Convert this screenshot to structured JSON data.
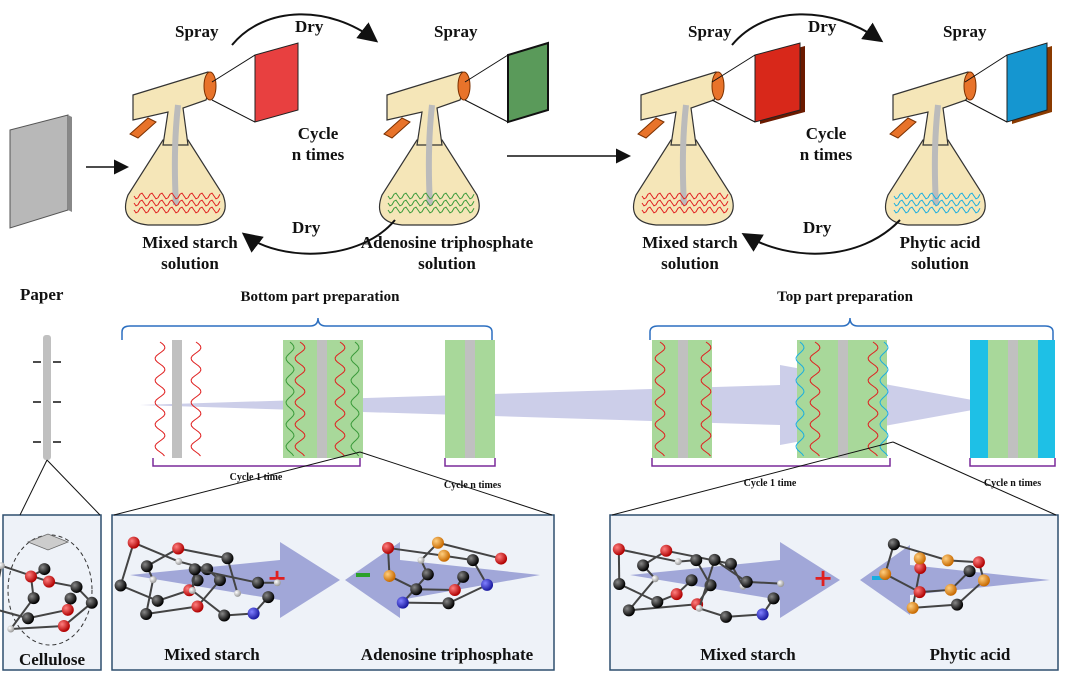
{
  "top_row": {
    "spray_labels": [
      "Spray",
      "Spray",
      "Spray",
      "Spray"
    ],
    "dry_labels": [
      "Dry",
      "Dry",
      "Dry",
      "Dry"
    ],
    "cycle_left": [
      "Cycle",
      "n times"
    ],
    "cycle_right": [
      "Cycle",
      "n times"
    ],
    "flask_1": [
      "Mixed starch",
      "solution"
    ],
    "flask_2": [
      "Adenosine triphosphate",
      "solution"
    ],
    "flask_3": [
      "Mixed starch",
      "solution"
    ],
    "flask_4": [
      "Phytic acid",
      "solution"
    ]
  },
  "middle_row": {
    "paper_label": "Paper",
    "bottom_title": "Bottom part preparation",
    "top_title": "Top part preparation",
    "cycle_1_left": "Cycle 1 time",
    "cycle_n_left": "Cycle n times",
    "cycle_1_right": "Cycle 1 time",
    "cycle_n_right": "Cycle n times"
  },
  "bottom_row": {
    "cellulose_label": "Cellulose",
    "left_panel": [
      "Mixed starch",
      "Adenosine triphosphate"
    ],
    "right_panel": [
      "Mixed starch",
      "Phytic acid"
    ]
  },
  "colors": {
    "starch_red": "#e02020",
    "atp_green": "#3a9a3a",
    "phytic_blue": "#1aaee0",
    "panel_bg": "#eef2f8",
    "arrow_fill": "#8d93cf",
    "bracket_blue": "#2c6fc0",
    "bracket_purple": "#7a2a9a"
  }
}
